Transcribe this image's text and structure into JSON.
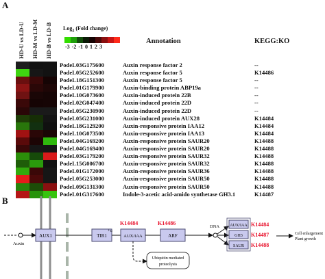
{
  "panel_a": {
    "letter": "A",
    "columns": [
      "HD-U vs LD-U",
      "HD-M vs LD-M",
      "HD-B vs LD-B"
    ],
    "legend": {
      "title": "Log",
      "title_sub": "2",
      "title_rest": " (Fold change)",
      "scale_colors": [
        "#33dd00",
        "#1e9e0a",
        "#124d0a",
        "#0b1a06",
        "#160303",
        "#4a0a0a",
        "#8a0f0f",
        "#c81414",
        "#ff2a1a"
      ],
      "ticks_label": "-3 -2 -1 0 1 2 3"
    },
    "annotation_header": "Annotation",
    "kegg_header": "KEGG:KO",
    "rows": [
      {
        "gene": "PodeL03G175600",
        "annotation": "Auxin response factor 2",
        "ko": "--"
      },
      {
        "gene": "PodeL05G252600",
        "annotation": "Auxin response factor 5",
        "ko": "K14486"
      },
      {
        "gene": "PodeL18G151300",
        "annotation": "Auxin response factor 5",
        "ko": "--"
      },
      {
        "gene": "PodeL01G179900",
        "annotation": "Auxin-binding protein ABP19a",
        "ko": "--"
      },
      {
        "gene": "PodeL10G073600",
        "annotation": "Auxin-induced protein 22B",
        "ko": "--"
      },
      {
        "gene": "PodeL02G047400",
        "annotation": "Auxin-induced protein 22D",
        "ko": "--"
      },
      {
        "gene": "PodeL05G230900",
        "annotation": "Auxin-induced protein 22D",
        "ko": "--"
      },
      {
        "gene": "PodeL05G231000",
        "annotation": "Auxin-induced protein AUX28",
        "ko": "K14484"
      },
      {
        "gene": "PodeL18G129200",
        "annotation": "Auxin-responsive protein IAA12",
        "ko": "K14484"
      },
      {
        "gene": "PodeL10G073500",
        "annotation": "Auxin-responsive protein IAA13",
        "ko": "K14484"
      },
      {
        "gene": "PodeL04G169200",
        "annotation": "Auxin-responsive protein SAUR20",
        "ko": "K14488"
      },
      {
        "gene": "PodeL04G169400",
        "annotation": "Auxin-responsive protein SAUR20",
        "ko": "K14488"
      },
      {
        "gene": "PodeL03G179200",
        "annotation": "Auxin-responsive protein SAUR32",
        "ko": "K14488"
      },
      {
        "gene": "PodeL15G006700",
        "annotation": "Auxin-responsive protein SAUR32",
        "ko": "K14488"
      },
      {
        "gene": "PodeL01G172000",
        "annotation": "Auxin-responsive protein SAUR36",
        "ko": "K14488"
      },
      {
        "gene": "PodeL05G253000",
        "annotation": "Auxin-responsive protein SAUR50",
        "ko": "K14488"
      },
      {
        "gene": "PodeL09G131300",
        "annotation": "Auxin-responsive protein SAUR50",
        "ko": "K14488"
      },
      {
        "gene": "PodeL01G317600",
        "annotation": "Indole-3-acetic acid-amido synthetase GH3.1",
        "ko": "K14487"
      }
    ],
    "heatmap_colors": [
      [
        "#1d1d1d",
        "#111111",
        "#121212"
      ],
      [
        "#3fd411",
        "#161616",
        "#121212"
      ],
      [
        "#6a0f0f",
        "#380808",
        "#150404"
      ],
      [
        "#8c1414",
        "#2a0707",
        "#1e0606"
      ],
      [
        "#6f1212",
        "#1a0606",
        "#160505"
      ],
      [
        "#3a0808",
        "#150404",
        "#160505"
      ],
      [
        "#2a0707",
        "#1a1a1a",
        "#1a1a1a"
      ],
      [
        "#1f3d07",
        "#162e06",
        "#141414"
      ],
      [
        "#29760b",
        "#123010",
        "#101010"
      ],
      [
        "#a01212",
        "#2a0707",
        "#1a0505"
      ],
      [
        "#5a0a0a",
        "#1c0505",
        "#2fb80d"
      ],
      [
        "#3a0808",
        "#161616",
        "#151515"
      ],
      [
        "#2c8e0a",
        "#164a0a",
        "#d81b1b"
      ],
      [
        "#1f5d09",
        "#2a9a0c",
        "#111111"
      ],
      [
        "#32aa0d",
        "#3a0808",
        "#161616"
      ],
      [
        "#e41b1b",
        "#4a0909",
        "#161616"
      ],
      [
        "#27840b",
        "#1c4c08",
        "#8a1010"
      ],
      [
        "#b51616",
        "#26930a",
        "#36c40e"
      ]
    ]
  },
  "panel_b": {
    "letter": "B",
    "auxin_label": "Auxin",
    "aux1_label": "AUX1",
    "tir1_label": "TIR1",
    "plus_u_label": "+u",
    "auxiaa_label": "AUX/IAA",
    "arf_label": "ARF",
    "dna_label": "DNA",
    "ko_auxiaa": "K14484",
    "ko_arf": "K14486",
    "targets": [
      {
        "label": "AUX/IAA",
        "ko": "K14484"
      },
      {
        "label": "GH3",
        "ko": "K14487"
      },
      {
        "label": "SAUR",
        "ko": "K14488"
      }
    ],
    "outcome_line1": "Cell enlargement",
    "outcome_line2": "Plant growth",
    "ubiquitin_line1": "Ubiquitin mediated",
    "ubiquitin_line2": "proteolysis",
    "colors": {
      "ko_red": "#e8102a",
      "box_fill": "#c9c9ee",
      "box_stroke": "#4a4a70",
      "membrane": "#8e8e8e",
      "dashed_membrane": "#a9b5a9"
    }
  }
}
